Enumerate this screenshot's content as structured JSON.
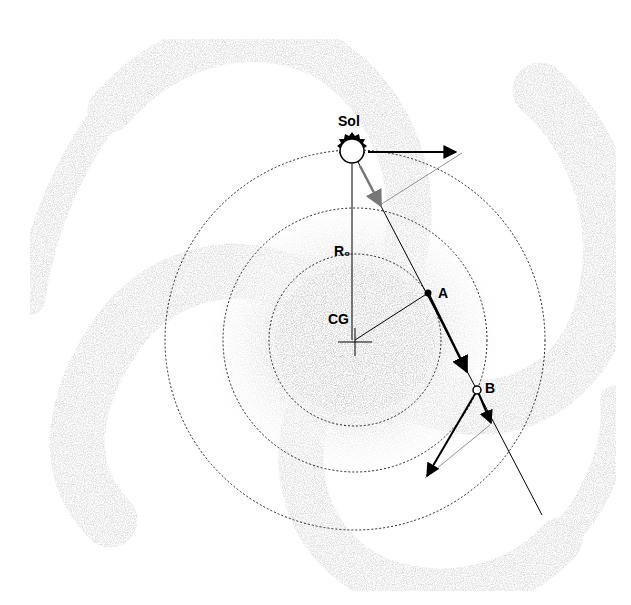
{
  "diagram": {
    "labels": [
      "Sol",
      "R₀",
      "CG",
      "A",
      "B"
    ]
  }
}
